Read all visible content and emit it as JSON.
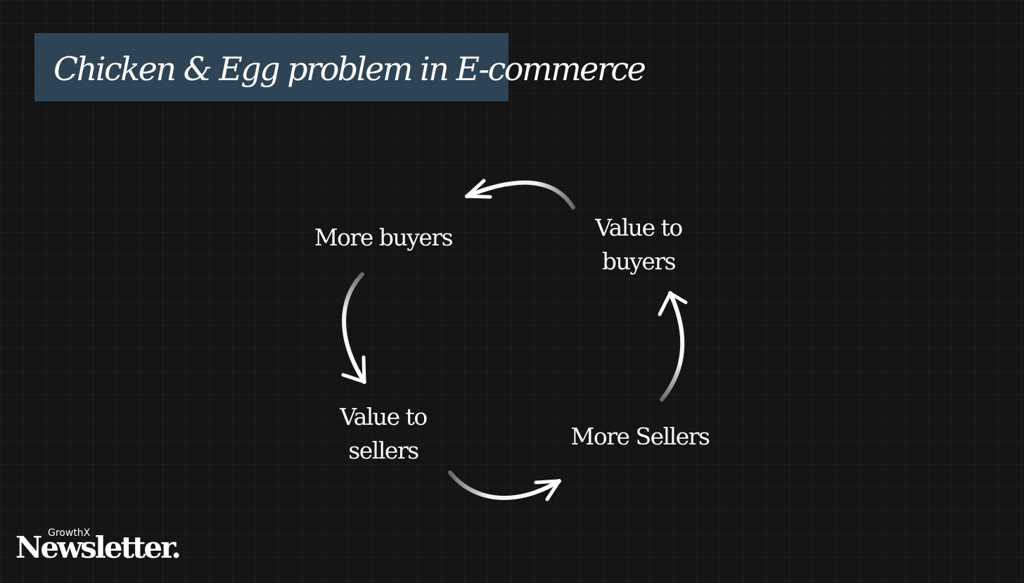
{
  "title": "Chicken & Egg problem in E-commerce",
  "nodes": {
    "more_buyers": "More buyers",
    "value_to_buyers": [
      "Value to",
      "buyers"
    ],
    "value_to_sellers": [
      "Value to",
      "sellers"
    ],
    "more_sellers": "More Sellers"
  },
  "brand": {
    "top": "GrowthX",
    "main": "Newsletter."
  },
  "colors": {
    "background": "#141414",
    "title_box": "#2e4454",
    "text": "#ffffff",
    "arrow": "#ffffff"
  }
}
